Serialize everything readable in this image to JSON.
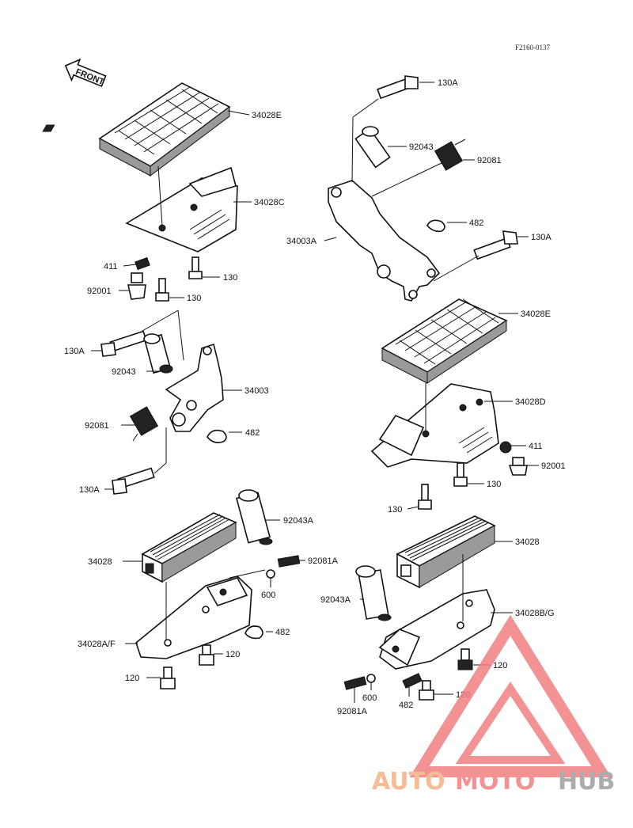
{
  "diagram": {
    "ref_code": "F2160-0137",
    "front_label": "FRONT",
    "labels": {
      "l34028E_top": "34028E",
      "l34028C": "34028C",
      "l411_left": "411",
      "l92001_left": "92001",
      "l130_left_a": "130",
      "l130_left_b": "130",
      "l130A_top_right": "130A",
      "l92043_right": "92043",
      "l92081_right": "92081",
      "l482_right": "482",
      "l34003A": "34003A",
      "l130A_mid_right": "130A",
      "l34028E_right": "34028E",
      "l130A_left_mid": "130A",
      "l92043_left": "92043",
      "l34003": "34003",
      "l92081_left": "92081",
      "l482_left": "482",
      "l130A_left_low": "130A",
      "l34028D": "34028D",
      "l411_right": "411",
      "l92001_right": "92001",
      "l130_right_a": "130",
      "l130_right_b": "130",
      "l92043A_left": "92043A",
      "l34028_left": "34028",
      "l92081A_left": "92081A",
      "l600_left": "600",
      "l34028AF": "34028A/F",
      "l482_low_left": "482",
      "l120_left_a": "120",
      "l120_left_b": "120",
      "l34028_right": "34028",
      "l92043A_right": "92043A",
      "l34028BG": "34028B/G",
      "l120_right_a": "120",
      "l120_right_b": "120",
      "l600_right": "600",
      "l482_low_right": "482",
      "l92081A_right": "92081A"
    }
  },
  "watermark": {
    "text_a": "AUTO",
    "text_b": "MOTO",
    "text_c": "HUB",
    "color_a": "#f4b183",
    "color_b": "#f08080",
    "color_c": "#9e9e9e"
  }
}
